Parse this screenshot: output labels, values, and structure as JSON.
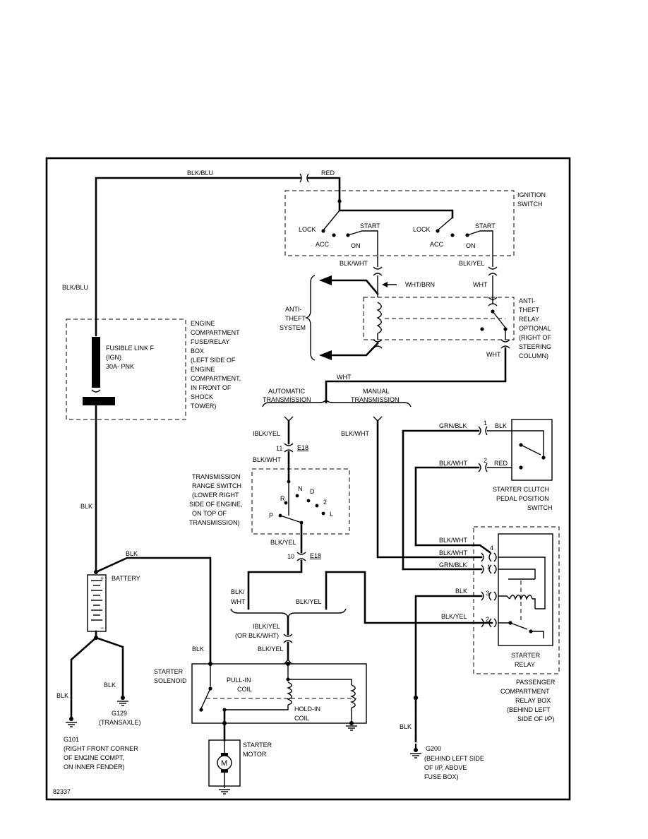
{
  "wire_labels": {
    "blk_blu_top": "BLK/BLU",
    "red_top": "RED",
    "blk_blu_left": "BLK/BLU",
    "blk_wht_ign": "BLK/WHT",
    "blk_yel_ign": "BLK/YEL",
    "wht_brn": "WHT/BRN",
    "wht_1": "WHT",
    "wht_2": "WHT",
    "wht_3": "WHT",
    "blk_mid": "BLK",
    "blk_battery_top": "BLK",
    "iblk_yel": "IBLK/YEL",
    "blk_wht_manual": "BLK/WHT",
    "blk_wht_trs": "BLK/WHT",
    "blk_yel_trs": "BLK/YEL",
    "blk_slash": "BLK/",
    "wht_slash": "WHT",
    "blk_yel_joint": "BLK/YEL",
    "iblk_yel_or": "IBLK/YEL",
    "or_blk_wht": "(OR BLK/WHT)",
    "blk_yel_sol": "BLK/YEL",
    "blk_sol": "BLK",
    "blk_g129": "BLK",
    "blk_g101": "BLK",
    "grn_blk_1": "GRN/BLK",
    "blk_clutch": "BLK",
    "blk_wht_2": "BLK/WHT",
    "red_clutch": "RED",
    "relay_blk_wht_a": "BLK/WHT",
    "relay_blk_wht_b": "BLK/WHT",
    "relay_grn_blk": "GRN/BLK",
    "relay_blk": "BLK",
    "relay_blk_yel": "BLK/YEL",
    "blk_g200": "BLK"
  },
  "components": {
    "ignition_switch": [
      "IGNITION",
      "SWITCH"
    ],
    "lock_1": "LOCK",
    "acc_1": "ACC",
    "on_1": "ON",
    "start_1": "START",
    "lock_2": "LOCK",
    "acc_2": "ACC",
    "on_2": "ON",
    "start_2": "START",
    "anti_theft_system": [
      "ANTI-",
      "THEFT",
      "SYSTEM"
    ],
    "anti_theft_relay": [
      "ANTI-",
      "THEFT",
      "RELAY",
      "OPTIONAL",
      "(RIGHT OF",
      "STEERING",
      "COLUMN)"
    ],
    "fuse_box": [
      "ENGINE",
      "COMPARTMENT",
      "FUSE/RELAY",
      "BOX",
      "(LEFT SIDE OF",
      "ENGINE",
      "COMPARTMENT,",
      "IN FRONT OF",
      "SHOCK",
      "TOWER)"
    ],
    "fusible_link": [
      "FUSIBLE LINK F",
      "(IGN)",
      "30A- PNK"
    ],
    "automatic_transmission": [
      "AUTOMATIC",
      "TRANSMISSION"
    ],
    "manual_transmission": [
      "MANUAL",
      "TRANSMISSION"
    ],
    "transmission_range_switch": [
      "TRANSMISSION",
      "RANGE SWITCH",
      "(LOWER RIGHT",
      "SIDE OF ENGINE,",
      "ON TOP OF",
      "TRANSMISSION)"
    ],
    "gear_positions": {
      "r": "R",
      "n": "N",
      "d": "D",
      "p": "P",
      "two": "2",
      "l": "L"
    },
    "connector_e18_a": {
      "pin": "11",
      "name": "E18"
    },
    "connector_e18_b": {
      "pin": "10",
      "name": "E18"
    },
    "battery": "BATTERY",
    "starter_clutch_switch": [
      "STARTER CLUTCH",
      "PEDAL POSITION",
      "SWITCH"
    ],
    "clutch_pins": {
      "a": "1",
      "b": "2"
    },
    "relay_pins": {
      "p4": "4",
      "p1": "1",
      "p3": "3",
      "p2": "2"
    },
    "starter_relay": [
      "STARTER",
      "RELAY"
    ],
    "passenger_relay_box": [
      "PASSENGER",
      "COMPARTMENT",
      "RELAY BOX",
      "(BEHIND LEFT",
      "SIDE OF I/P)"
    ],
    "starter_solenoid": [
      "STARTER",
      "SOLENOID"
    ],
    "pull_in_coil": [
      "PULL-IN",
      "COIL"
    ],
    "hold_in_coil": [
      "HOLD-IN",
      "COIL"
    ],
    "starter_motor": [
      "STARTER",
      "MOTOR"
    ],
    "motor_symbol": "M",
    "g129": [
      "G129",
      "(TRANSAXLE)"
    ],
    "g101": [
      "G101",
      "(RIGHT FRONT CORNER",
      "OF ENGINE COMPT,",
      "ON INNER FENDER)"
    ],
    "g200": [
      "G200",
      "(BEHIND LEFT SIDE",
      "OF I/P, ABOVE",
      "FUSE BOX)"
    ]
  },
  "diagram_id": "82337"
}
